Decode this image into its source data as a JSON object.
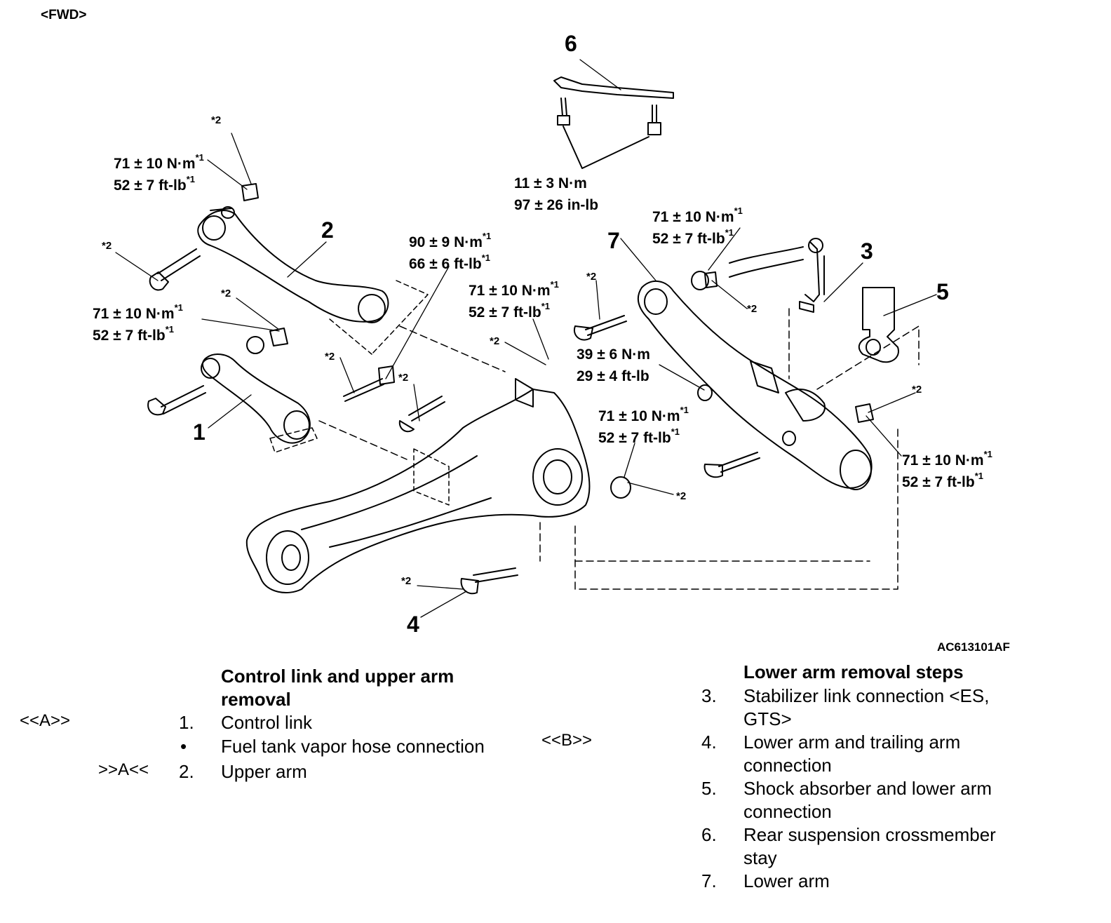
{
  "header": {
    "direction_tag": "<FWD>"
  },
  "diagram": {
    "figure_code": "AC613101AF",
    "callouts": [
      "1",
      "2",
      "3",
      "4",
      "5",
      "6",
      "7"
    ],
    "torque": {
      "t_ul_nm": "71 ± 10 N·m",
      "t_ul_ft": "52 ± 7 ft-lb",
      "t_l_nm": "71 ± 10 N·m",
      "t_l_ft": "52 ± 7 ft-lb",
      "t_90_nm": "90 ± 9 N·m",
      "t_90_ft": "66 ± 6 ft-lb",
      "t_11_nm": "11 ± 3 N·m",
      "t_11_in": "97 ± 26 in-lb",
      "t_mid_nm": "71 ± 10 N·m",
      "t_mid_ft": "52 ± 7 ft-lb",
      "t_ur_nm": "71 ± 10 N·m",
      "t_ur_ft": "52 ± 7 ft-lb",
      "t_39_nm": "39 ± 6 N·m",
      "t_39_ft": "29 ± 4 ft-lb",
      "t_cr_nm": "71 ± 10 N·m",
      "t_cr_ft": "52 ± 7 ft-lb",
      "t_r_nm": "71 ± 10 N·m",
      "t_r_ft": "52 ± 7 ft-lb"
    },
    "sup1": "*1",
    "star2": "*2"
  },
  "left_procedure": {
    "title_line1": "Control link and upper arm",
    "title_line2": "removal",
    "items": [
      {
        "ref": "<<A>>",
        "num": "1.",
        "text": "Control link"
      },
      {
        "ref": "",
        "num": "•",
        "text": "Fuel tank vapor hose connection"
      },
      {
        "ref": ">>A<<",
        "num": "2.",
        "text": "Upper arm"
      }
    ]
  },
  "right_procedure": {
    "title": "Lower arm removal steps",
    "ref_b": "<<B>>",
    "items": [
      {
        "num": "3.",
        "line1": "Stabilizer link connection <ES,",
        "line2": "GTS>"
      },
      {
        "num": "4.",
        "line1": "Lower arm and trailing arm",
        "line2": "connection"
      },
      {
        "num": "5.",
        "line1": "Shock absorber and lower arm",
        "line2": "connection"
      },
      {
        "num": "6.",
        "line1": "Rear suspension crossmember",
        "line2": "stay"
      },
      {
        "num": "7.",
        "line1": "Lower arm",
        "line2": ""
      }
    ]
  }
}
